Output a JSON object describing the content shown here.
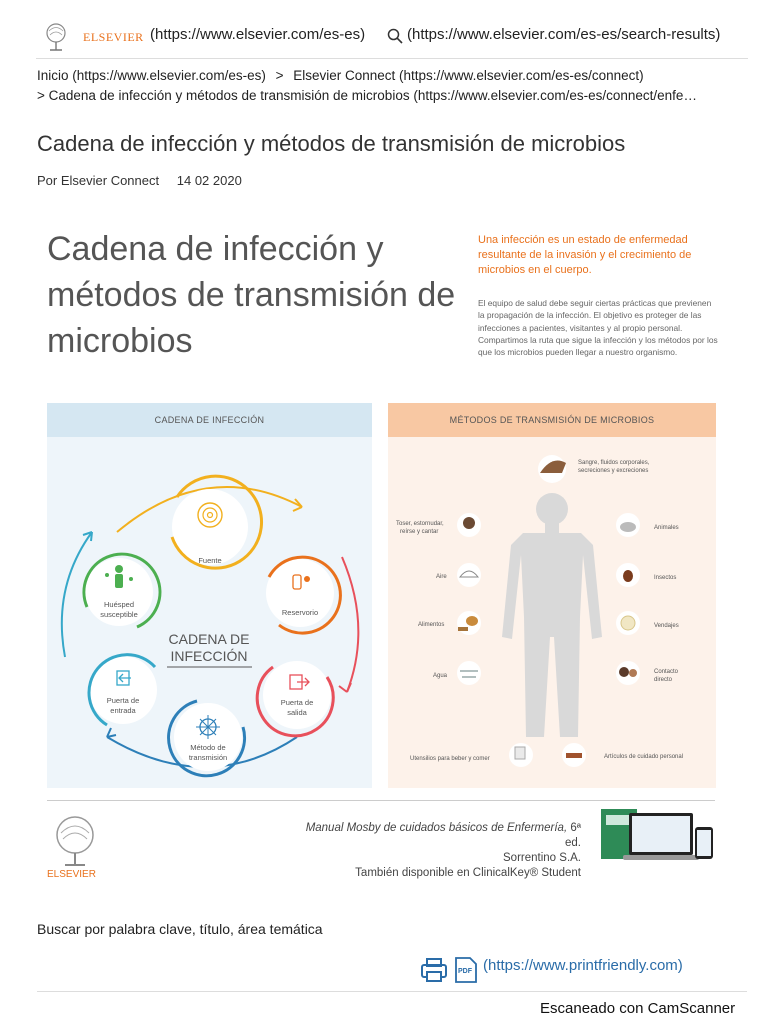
{
  "header": {
    "brand": "ELSEVIER",
    "home_url": "(https://www.elsevier.com/es-es)",
    "search_url": "(https://www.elsevier.com/es-es/search-results)"
  },
  "breadcrumb": {
    "item1": "Inicio (https://www.elsevier.com/es-es)",
    "sep": ">",
    "item2": "Elsevier Connect (https://www.elsevier.com/es-es/connect)",
    "item3": "> Cadena de infección y métodos de transmisión de microbios (https://www.elsevier.com/es-es/connect/enfe…"
  },
  "article": {
    "title": "Cadena de infección y métodos de transmisión de microbios",
    "author": "Por Elsevier Connect",
    "date": "14 02 2020"
  },
  "poster": {
    "title": "Cadena de infección y métodos de transmisión de microbios",
    "intro": "Una infección es un estado de enfermedad resultante de la invasión y el crecimiento de microbios en el cuerpo.",
    "body": "El equipo de salud debe seguir ciertas prácticas que previenen la propagación de la infección. El objetivo es proteger de las infecciones a pacientes, visitantes y al propio personal. Compartimos la ruta que sigue la infección y los métodos por los que los microbios pueden llegar a nuestro organismo.",
    "left_header": "CADENA DE INFECCIÓN",
    "right_header": "MÉTODOS DE TRANSMISIÓN DE MICROBIOS",
    "chain_center_1": "CADENA DE",
    "chain_center_2": "INFECCIÓN",
    "chain": {
      "fuente": "Fuente",
      "reservorio": "Reservorio",
      "salida_1": "Puerta de",
      "salida_2": "salida",
      "metodo_1": "Método de",
      "metodo_2": "transmisión",
      "entrada_1": "Puerta de",
      "entrada_2": "entrada",
      "huesped_1": "Huésped",
      "huesped_2": "susceptible"
    },
    "methods": {
      "sangre_1": "Sangre, fluidos corporales,",
      "sangre_2": "secreciones y excreciones",
      "toser_1": "Toser, estornudar,",
      "toser_2": "reírse y cantar",
      "animales": "Animales",
      "aire": "Aire",
      "insectos": "Insectos",
      "alimentos": "Alimentos",
      "vendajes": "Vendajes",
      "agua": "Agua",
      "contacto_1": "Contacto",
      "contacto_2": "directo",
      "utensilios": "Utensilios para beber y comer",
      "articulos": "Artículos de cuidado personal"
    },
    "colors": {
      "orange": "#e9711c",
      "yellow": "#f2b01e",
      "red": "#e8505b",
      "blue": "#2d7fb8",
      "green": "#4caf50",
      "teal": "#36a8c9"
    }
  },
  "footer": {
    "brand": "ELSEVIER",
    "manual_title": "Manual Mosby de cuidados básicos de Enfermería,",
    "manual_ed": "6ª ed.",
    "author": "Sorrentino S.A.",
    "available": "También disponible en ClinicalKey® Student"
  },
  "search_label": "Buscar por palabra clave, título, área temática",
  "printfriendly_url": "(https://www.printfriendly.com)",
  "scanner_text": "Escaneado con CamScanner"
}
